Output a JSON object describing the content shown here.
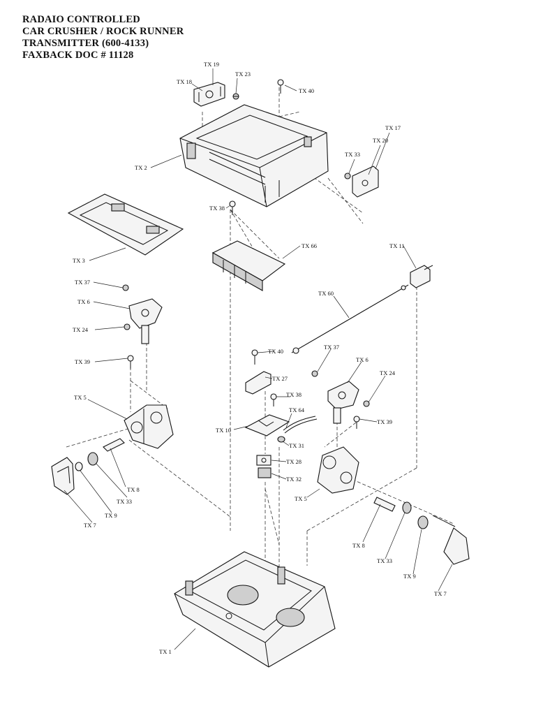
{
  "header": {
    "line1": "RADAIO CONTROLLED",
    "line2": "CAR CRUSHER / ROCK RUNNER",
    "line3": "TRANSMITTER  (600-4133)",
    "line4": "FAXBACK DOC # 11128"
  },
  "labels": {
    "tx19": "TX 19",
    "tx18": "TX 18",
    "tx23": "TX 23",
    "tx40a": "TX 40",
    "tx17": "TX 17",
    "tx20": "TX 20",
    "tx33a": "TX 33",
    "tx2": "TX 2",
    "tx38a": "TX 38",
    "tx66": "TX 66",
    "tx3": "TX 3",
    "tx11": "TX 11",
    "tx37a": "TX 37",
    "tx6a": "TX 6",
    "tx60": "TX 60",
    "tx24a": "TX 24",
    "tx39a": "TX 39",
    "tx40b": "TX 40",
    "tx27": "TX 27",
    "tx37b": "TX 37",
    "tx6b": "TX 6",
    "tx24b": "TX 24",
    "tx5a": "TX 5",
    "tx38b": "TX 38",
    "tx64": "TX 64",
    "tx10": "TX 10",
    "tx39b": "TX 39",
    "tx31": "TX 31",
    "tx28": "TX 28",
    "tx32": "TX 32",
    "tx8a": "TX 8",
    "tx33b": "TX 33",
    "tx9a": "TX 9",
    "tx7a": "TX 7",
    "tx5b": "TX 5",
    "tx8b": "TX 8",
    "tx33c": "TX 33",
    "tx9b": "TX 9",
    "tx7b": "TX 7",
    "tx1": "TX 1"
  }
}
